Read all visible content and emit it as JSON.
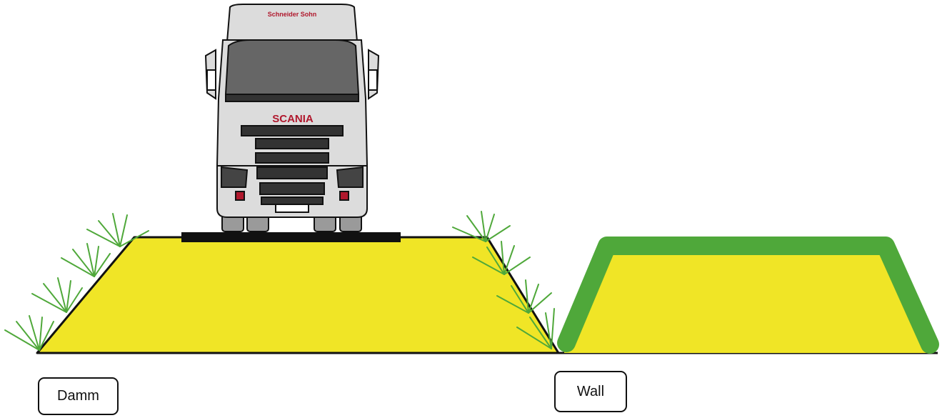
{
  "labels": {
    "damm": "Damm",
    "wall": "Wall"
  },
  "truck": {
    "cab_branding": "Schneider Sohn",
    "brand": "SCANIA"
  },
  "colors": {
    "fill": "#f0e526",
    "grass": "#4fa83a",
    "outline": "#111111",
    "road": "#111111",
    "truck_body": "#dcdcdc",
    "windshield": "#666666",
    "brand_red": "#b0182d"
  },
  "icons": [
    "truck-front-icon",
    "grass-tuft-icon"
  ]
}
